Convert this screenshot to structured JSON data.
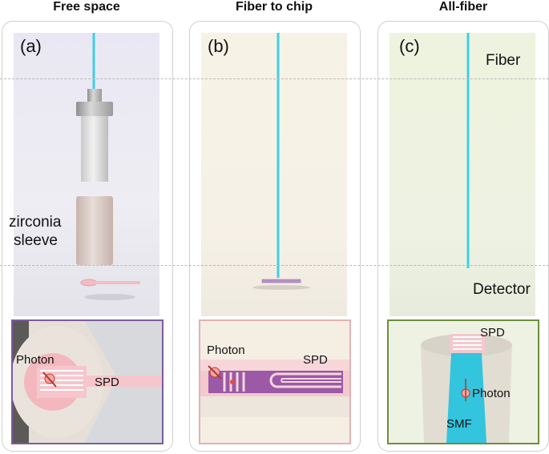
{
  "titles": [
    "Free space",
    "Fiber to chip",
    "All-fiber"
  ],
  "panels": [
    {
      "tag": "(a)",
      "sleeve_label_1": "zirconia",
      "sleeve_label_2": "sleeve",
      "inset_labels": {
        "photon": "Photon",
        "spd": "SPD"
      }
    },
    {
      "tag": "(b)",
      "inset_labels": {
        "photon": "Photon",
        "spd": "SPD"
      }
    },
    {
      "tag": "(c)",
      "region_top": "Fiber",
      "region_bottom": "Detector",
      "inset_labels": {
        "spd": "SPD",
        "photon": "Photon",
        "smf": "SMF"
      }
    }
  ],
  "colors": {
    "fiber_core": "#3ecfe6",
    "panel_a_bg": "#eceaf3",
    "panel_b_bg": "#f7f2e7",
    "panel_c_bg": "#eef3e1",
    "inset_a_border": "#7d5b9c",
    "inset_b_border": "#e0b3b3",
    "inset_c_border": "#6e8e3c",
    "spd_pink": "#f6c6cc",
    "chip_purple": "#9b59a6"
  }
}
